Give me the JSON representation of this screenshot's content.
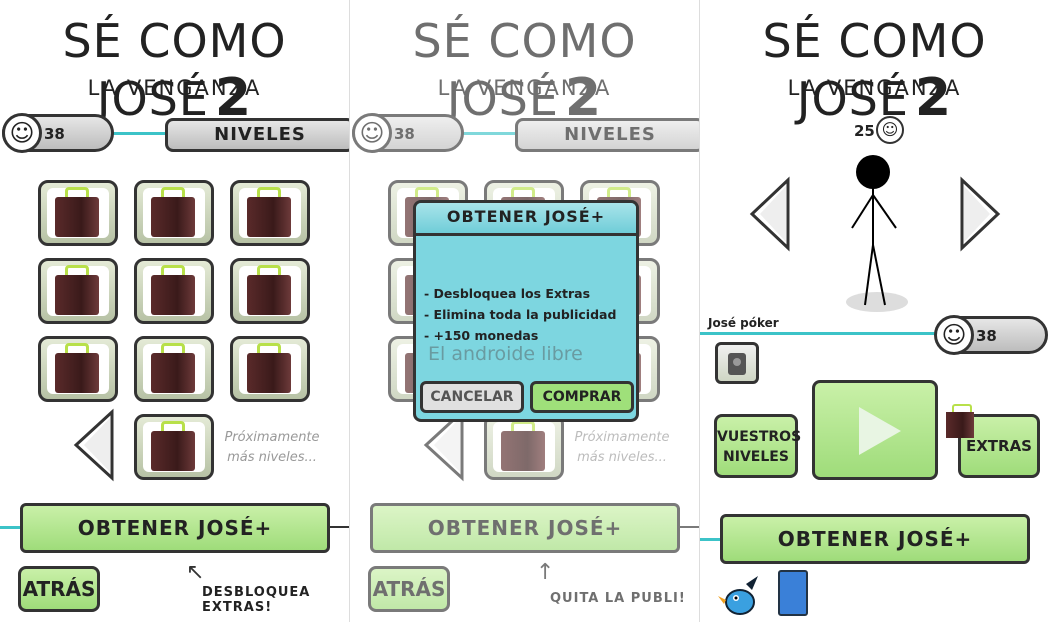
{
  "title": "SÉ COMO JOSÉ",
  "title_number": "2",
  "subtitle": "LA VENGANZA",
  "coins": "38",
  "levels_tab": "NIVELES",
  "coming_soon": [
    "Próximamente",
    "más niveles..."
  ],
  "get_plus_button": "OBTENER JOSÉ+",
  "back_button": "ATRÁS",
  "hint_unlock": "DESBLOQUEA EXTRAS!",
  "hint_ads": "QUITA LA PUBLI!",
  "dialog": {
    "title": "OBTENER JOSÉ+",
    "lines": [
      "- Desbloquea los Extras",
      "- Elimina toda la publicidad",
      "- +150 monedas"
    ],
    "watermark": "El androide libre",
    "cancel": "CANCELAR",
    "buy": "COMPRAR"
  },
  "character": {
    "price": "25",
    "name": "José póker",
    "coins": "38"
  },
  "menu": {
    "your_levels": [
      "VUESTROS",
      "NIVELES"
    ],
    "extras": "EXTRAS"
  },
  "icons": [
    "smiley-coin-icon",
    "bag-icon",
    "left-arrow-icon",
    "right-arrow-icon",
    "play-icon",
    "speaker-icon",
    "bird-icon",
    "book-icon"
  ],
  "colors": {
    "accent_green": "#9fdc7a",
    "cyan": "#3cc3c8",
    "dialog_blue": "#7dd6e0"
  }
}
